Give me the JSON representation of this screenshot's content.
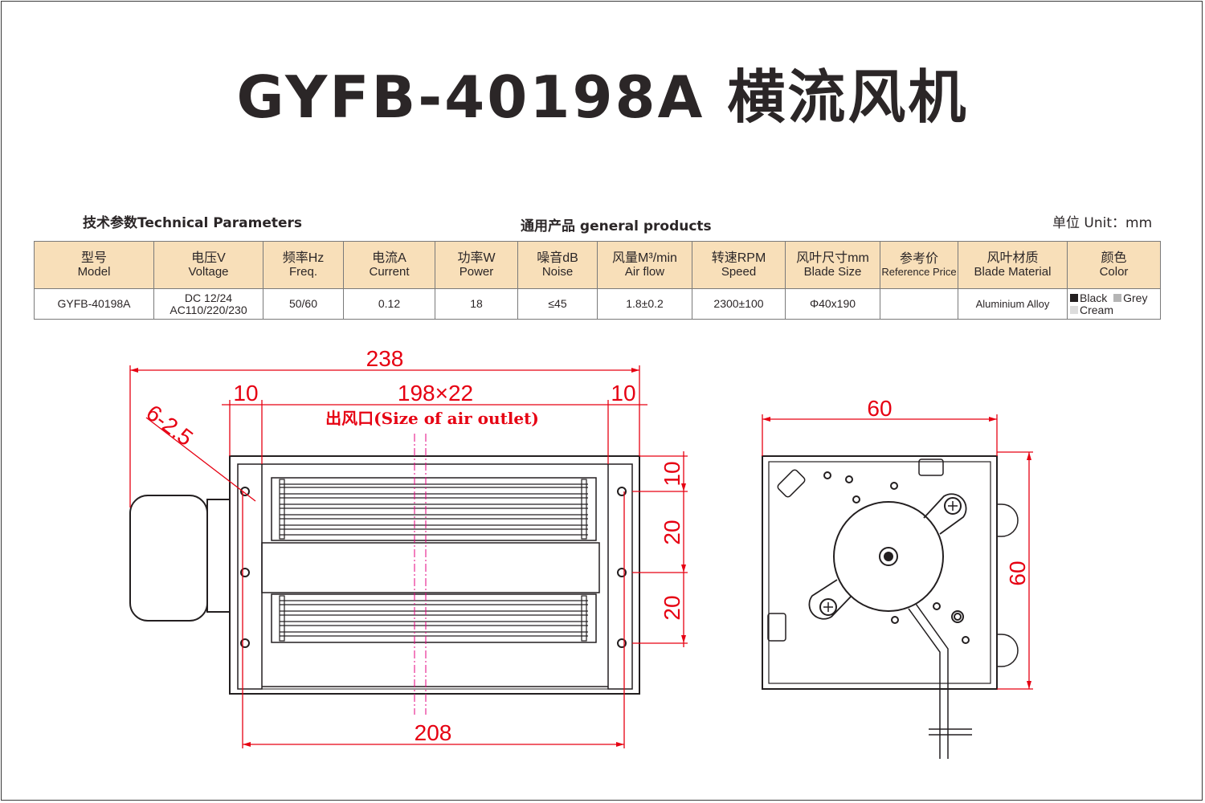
{
  "title": "GYFB-40198A 横流风机",
  "header": {
    "left": "技术参数Technical Parameters",
    "middle": "通用产品 general products",
    "right": "单位 Unit：mm"
  },
  "table": {
    "columns": [
      {
        "cn": "型号",
        "en": "Model"
      },
      {
        "cn": "电压V",
        "en": "Voltage"
      },
      {
        "cn": "频率Hz",
        "en": "Freq."
      },
      {
        "cn": "电流A",
        "en": "Current"
      },
      {
        "cn": "功率W",
        "en": "Power"
      },
      {
        "cn": "噪音dB",
        "en": "Noise"
      },
      {
        "cn": "风量M³/min",
        "en": "Air flow"
      },
      {
        "cn": "转速RPM",
        "en": "Speed"
      },
      {
        "cn": "风叶尺寸mm",
        "en": "Blade Size"
      },
      {
        "cn": "参考价",
        "en": "Reference Price"
      },
      {
        "cn": "风叶材质",
        "en": "Blade Material"
      },
      {
        "cn": "颜色",
        "en": "Color"
      }
    ],
    "row": {
      "model": "GYFB-40198A",
      "voltage_dc": "DC  12/24",
      "voltage_ac": "AC110/220/230",
      "freq": "50/60",
      "current": "0.12",
      "power": "18",
      "noise": "≤45",
      "airflow": "1.8±0.2",
      "speed": "2300±100",
      "blade_size": "Φ40x190",
      "price": "",
      "material": "Aluminium Alloy",
      "colors": [
        {
          "name": "Black",
          "swatch": "#231f20"
        },
        {
          "name": "Grey",
          "swatch": "#b5b5b5"
        },
        {
          "name": "Cream",
          "swatch": "#dcdcdc"
        }
      ]
    }
  },
  "drawing": {
    "front": {
      "overall_width": "238",
      "outlet_width": "198×22",
      "side_left": "10",
      "side_right": "10",
      "holes": "6-2.5",
      "outlet_label": "出风口(Size of  air outlet)",
      "hole_span": "208",
      "v_top": "10",
      "v_mid": "20",
      "v_bot": "20"
    },
    "side": {
      "width": "60",
      "height": "60"
    },
    "colors": {
      "dimension": "#e60012",
      "centerline": "#e4007f",
      "line": "#231f20"
    }
  }
}
